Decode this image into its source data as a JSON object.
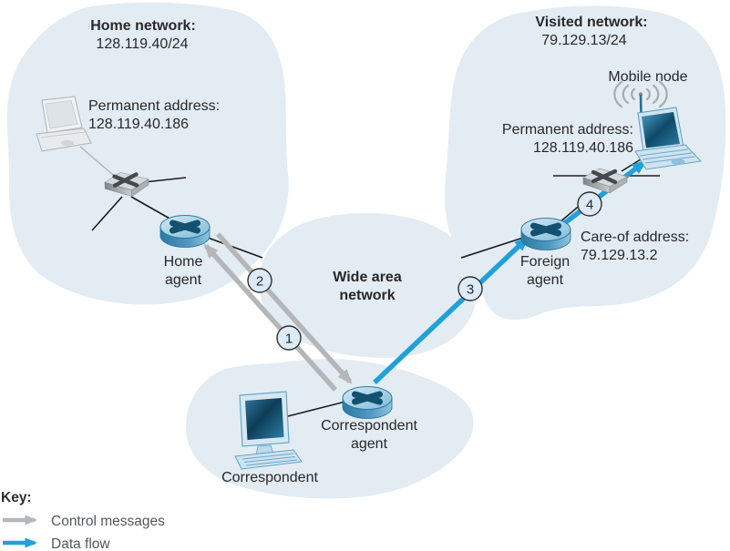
{
  "figure": "Mobile IP indirect/direct routing diagram",
  "colors": {
    "blob_fill": "#e3ecf3",
    "control_arrow": "#b4b6b8",
    "data_arrow": "#21a0da",
    "text_dark": "#27282a",
    "key_text": "#54575a",
    "step_circle_fill": "#dcebf7"
  },
  "home_network": {
    "title": "Home network:",
    "subnet": "128.119.40/24",
    "permanent_address_label": "Permanent address:",
    "permanent_address_value": "128.119.40.186",
    "agent_line1": "Home",
    "agent_line2": "agent"
  },
  "visited_network": {
    "title": "Visited network:",
    "subnet": "79.129.13/24",
    "mobile_node_label": "Mobile node",
    "permanent_address_label": "Permanent address:",
    "permanent_address_value": "128.119.40.186",
    "care_of_address_label": "Care-of address:",
    "care_of_address_value": "79.129.13.2",
    "agent_line1": "Foreign",
    "agent_line2": "agent"
  },
  "wan": {
    "label_line1": "Wide area",
    "label_line2": "network"
  },
  "correspondent_network": {
    "agent_line1": "Correspondent",
    "agent_line2": "agent",
    "host_label": "Correspondent"
  },
  "steps": [
    "1",
    "2",
    "3",
    "4"
  ],
  "key": {
    "title": "Key:",
    "control_label": "Control messages",
    "data_label": "Data flow"
  }
}
